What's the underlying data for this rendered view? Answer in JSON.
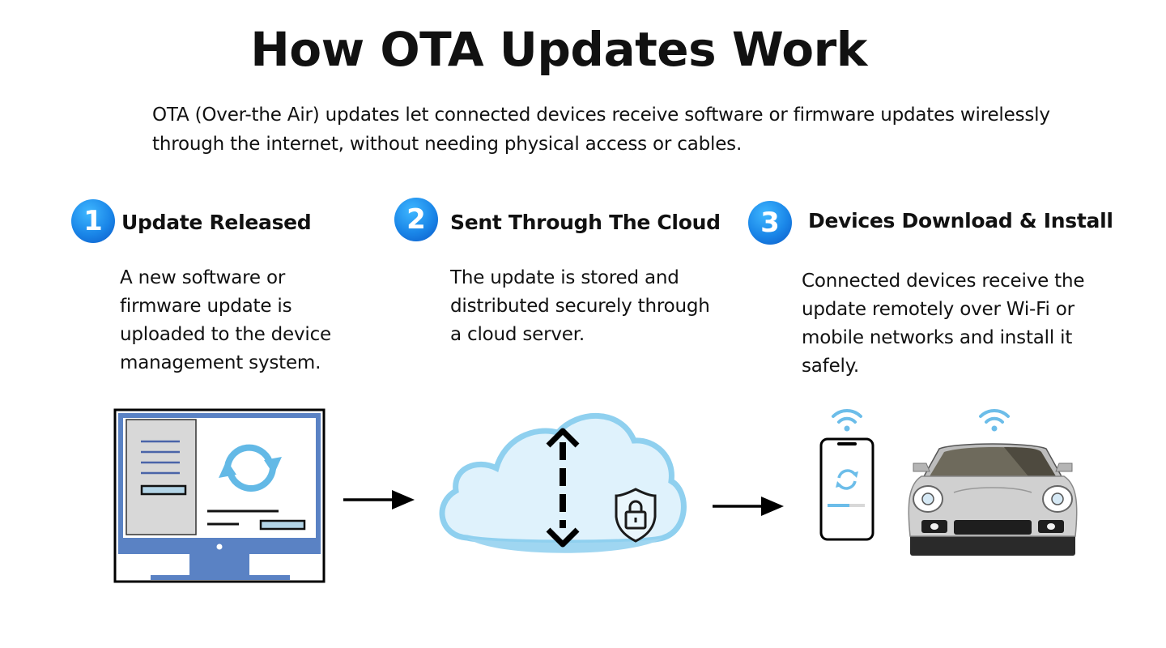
{
  "title": "How OTA Updates Work",
  "intro": "OTA (Over-the Air) updates let connected devices receive software or firmware updates wirelessly through the internet, without needing physical access or cables.",
  "steps": [
    {
      "number": "1",
      "title": "Update Released",
      "description": "A new software or firmware update is uploaded to the device management system."
    },
    {
      "number": "2",
      "title": "Sent Through The Cloud",
      "description": "The update is stored and distributed securely through a cloud server."
    },
    {
      "number": "3",
      "title": "Devices Download & Install",
      "description": "Connected devices receive the update remotely over Wi-Fi or mobile networks and install it safely."
    }
  ],
  "illustrations": [
    "monitor-sync-icon",
    "cloud-lock-icon",
    "smartphone-icon",
    "car-icon",
    "wifi-icon"
  ],
  "colors": {
    "badge": "#1a86e8",
    "monitor": "#5a82c4",
    "cloud_fill": "#dff2fc",
    "cloud_stroke": "#8fd0ef",
    "sync_icon": "#63b9e6",
    "wifi": "#6cbde9",
    "car_body": "#d0d0d0"
  }
}
